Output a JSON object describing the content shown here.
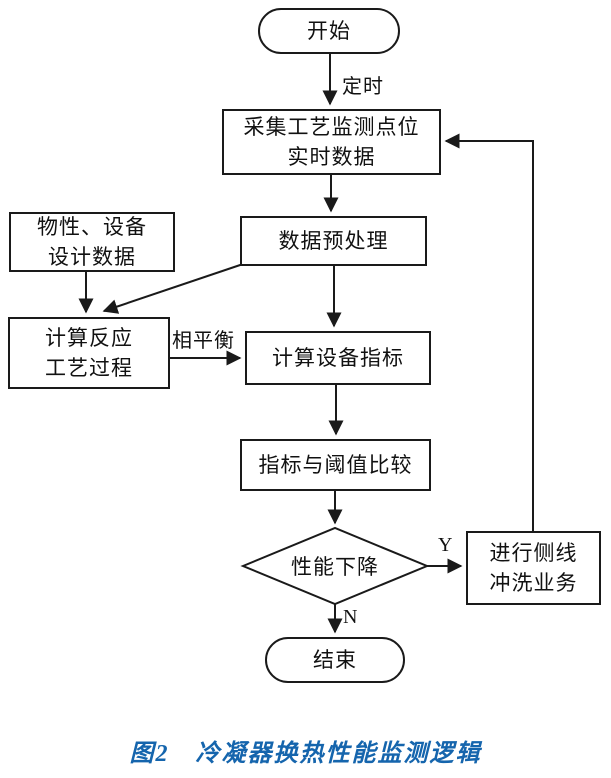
{
  "figure": {
    "caption": "图2　冷凝器换热性能监测逻辑",
    "caption_color": "#1565ad",
    "line_color": "#1a1a1a"
  },
  "nodes": {
    "start": "开始",
    "collect_line1": "采集工艺监测点位",
    "collect_line2": "实时数据",
    "preprocess": "数据预处理",
    "design_line1": "物性、设备",
    "design_line2": "设计数据",
    "calc_process_line1": "计算反应",
    "calc_process_line2": "工艺过程",
    "calc_metrics": "计算设备指标",
    "compare": "指标与阈值比较",
    "decision": "性能下降",
    "flush_line1": "进行侧线",
    "flush_line2": "冲洗业务",
    "end": "结束"
  },
  "edge_labels": {
    "timer": "定时",
    "phase_equilibrium": "相平衡",
    "yes": "Y",
    "no": "N"
  }
}
